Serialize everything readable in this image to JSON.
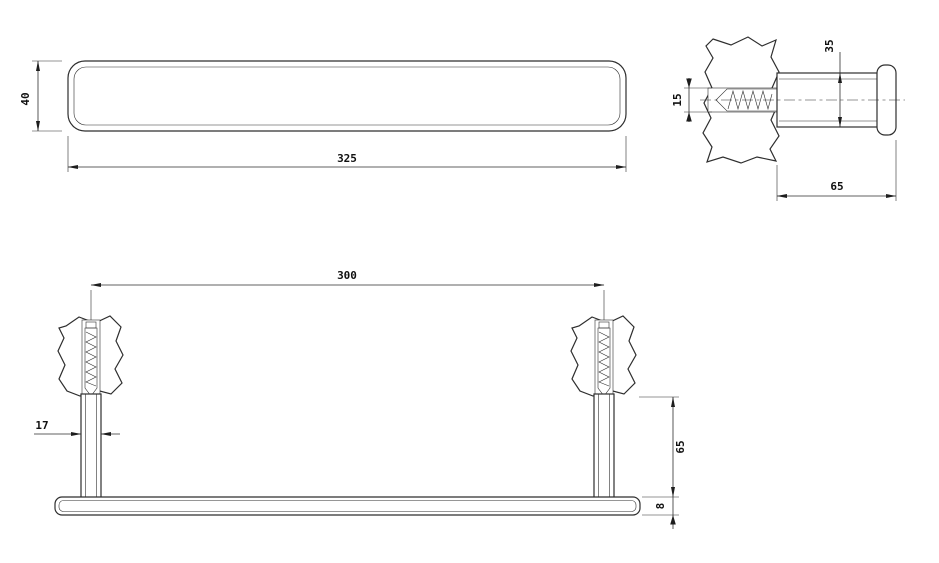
{
  "drawing": {
    "background": "#ffffff",
    "line_color": "#2e2e2e",
    "views": {
      "bar_front": {
        "dim_height": "40",
        "dim_length": "325"
      },
      "wall_section": {
        "dim_diameter": "35",
        "dim_anchor": "15",
        "dim_projection": "65"
      },
      "mounted_front": {
        "dim_centers": "300",
        "dim_post_width": "17",
        "dim_post_height": "65",
        "dim_base": "8"
      }
    }
  }
}
